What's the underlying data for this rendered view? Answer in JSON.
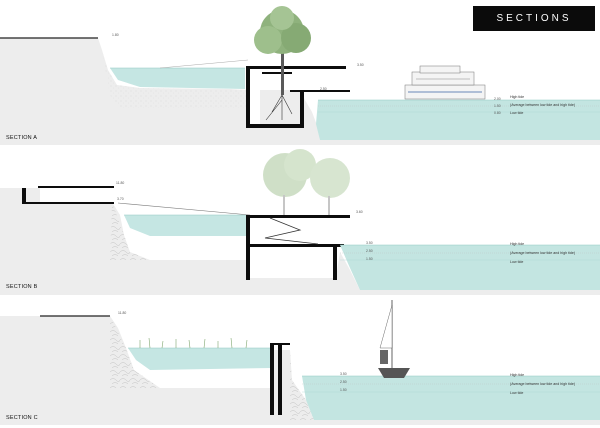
{
  "title": "SECTIONS",
  "sections": [
    {
      "label": "SECTION A",
      "levels": [
        "1.80",
        "3.50",
        "2.50",
        "2.00",
        "1.50",
        "0.80"
      ],
      "tide_labels": [
        "High tide",
        "(Average between low tide and high tide)",
        "Low tide"
      ]
    },
    {
      "label": "SECTION B",
      "levels": [
        "11.80",
        "3.70",
        "3.60",
        "3.50",
        "2.50",
        "1.50"
      ],
      "tide_labels": [
        "High tide",
        "(Average between low tide and high tide)",
        "Low tide"
      ]
    },
    {
      "label": "SECTION C",
      "levels": [
        "11.80",
        "3.50",
        "2.50",
        "1.50"
      ],
      "tide_labels": [
        "High tide",
        "(Average between low tide and high tide)",
        "Low tide"
      ]
    }
  ],
  "colors": {
    "water": "#bfe3e0",
    "water_line": "#9cd0cb",
    "ground_fill": "#ececec",
    "structure": "#0d0d0d",
    "tree": "#9ebf8c"
  }
}
